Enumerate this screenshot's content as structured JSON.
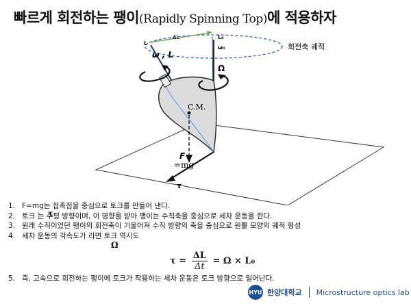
{
  "title": {
    "main": "빠르게 회전하는 팽이",
    "paren": "(Rapidly Spinning Top)",
    "tail": "에 적용하자"
  },
  "figure": {
    "delta_L": "ΔL",
    "L": "L",
    "L0": "L₀",
    "omega0": "ω₀",
    "orbit_label": "회전축 궤적",
    "omega_L": "ω , L",
    "Omega": "Ω",
    "cm": "C.M.",
    "F": "F",
    "mg": "=mg",
    "tau": "τ"
  },
  "list": [
    {
      "num": "1.",
      "text": "F=mg는 접촉점을 중심으로 토크를 만들어 낸다."
    },
    {
      "num": "2.",
      "text": "토크    는 수평 방향이며, 이 영향을 받아 팽이는 수직축을 중심으로 세차 운동을 한다."
    },
    {
      "num": "3.",
      "text": "원래 수직이었던 팽이의 회전축이 기울어져 수직 방향의 축을 중심으로 원뿔 모양의 궤적 형성"
    },
    {
      "num": "4.",
      "text": "세차 운동의 각속도가         라면 토크 역시도"
    },
    {
      "num": "5.",
      "text": "즉, 고속으로 회전하는 팽이에 토크가 작용하는 세차 운동은 토크 방향으로 일어난다."
    }
  ],
  "inline": {
    "tau": "τ",
    "Omega": "Ω"
  },
  "equation": {
    "lhs": "τ =",
    "num": "ΔL",
    "den": "Δt",
    "rhs": "= Ω × L₀"
  },
  "footer": {
    "logo_text": "HYU",
    "university": "한양대학교",
    "lab": "Microstructure optics lab"
  }
}
